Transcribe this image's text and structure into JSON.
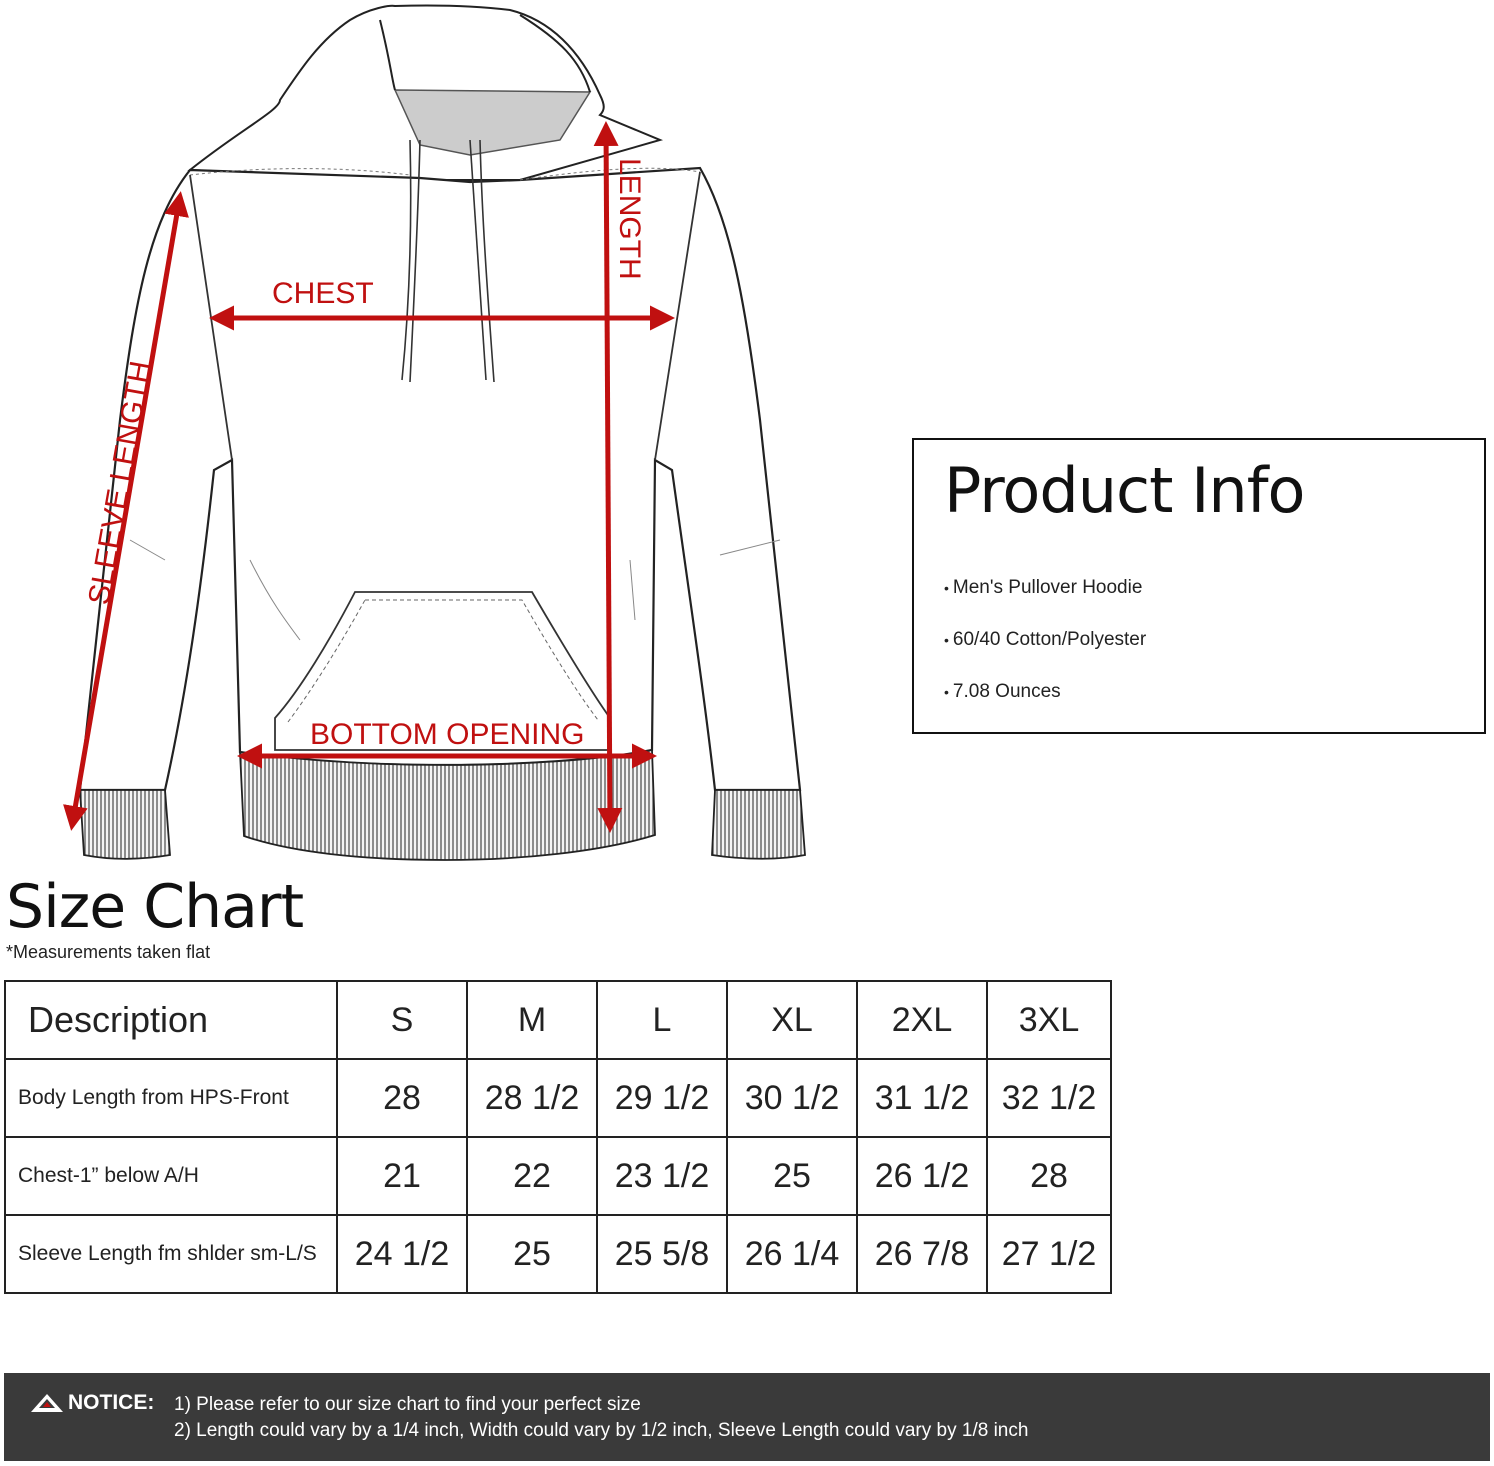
{
  "diagram": {
    "labels": {
      "chest": "CHEST",
      "length": "LENGTH",
      "sleeve_length": "SLEEVE LENGTH",
      "bottom_opening": "BOTTOM OPENING"
    },
    "colors": {
      "measure": "#c01010",
      "outline": "#222222",
      "lining": "#cccccc"
    }
  },
  "product_info": {
    "title": "Product Info",
    "items": [
      "Men's Pullover Hoodie",
      "60/40 Cotton/Polyester",
      "7.08 Ounces"
    ]
  },
  "size_chart": {
    "title": "Size Chart",
    "note": "*Measurements taken flat",
    "header": [
      "Description",
      "S",
      "M",
      "L",
      "XL",
      "2XL",
      "3XL"
    ],
    "rows": [
      [
        "Body Length from HPS-Front",
        "28",
        "28 1/2",
        "29 1/2",
        "30 1/2",
        "31 1/2",
        "32 1/2"
      ],
      [
        "Chest-1” below A/H",
        "21",
        "22",
        "23 1/2",
        "25",
        "26 1/2",
        "28"
      ],
      [
        "Sleeve Length fm shlder sm-L/S",
        "24 1/2",
        "25",
        "25 5/8",
        "26 1/4",
        "26 7/8",
        "27 1/2"
      ]
    ]
  },
  "notice": {
    "label": "NOTICE:",
    "icon": "warning-triangle-icon",
    "lines": [
      "1) Please refer to our size chart to find your perfect size",
      "2) Length could vary by a 1/4 inch, Width could vary by 1/2 inch, Sleeve Length could vary by 1/8 inch"
    ],
    "background": "#3a3a3a"
  }
}
